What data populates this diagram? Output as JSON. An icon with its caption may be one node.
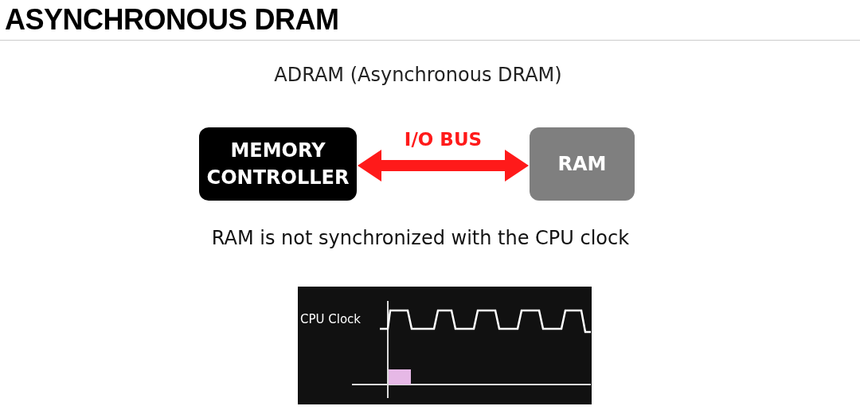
{
  "diagram": {
    "title": "ASYNCHRONOUS DRAM",
    "nodes": [
      {
        "text": [
          "MEMORY CONTROLLER"
        ]
      },
      {
        "text": [
          "RAM"
        ]
      }
    ],
    "edges": [
      {
        "from": 0,
        "to": 1,
        "arrow": "both",
        "label": "I/O BUS",
        "color": "#ff1a1a"
      }
    ],
    "labels": [
      "ADRAM (Asynchronous DRAM)",
      "RAM is not synchronized with the CPU clock",
      "CPU Clock"
    ]
  }
}
